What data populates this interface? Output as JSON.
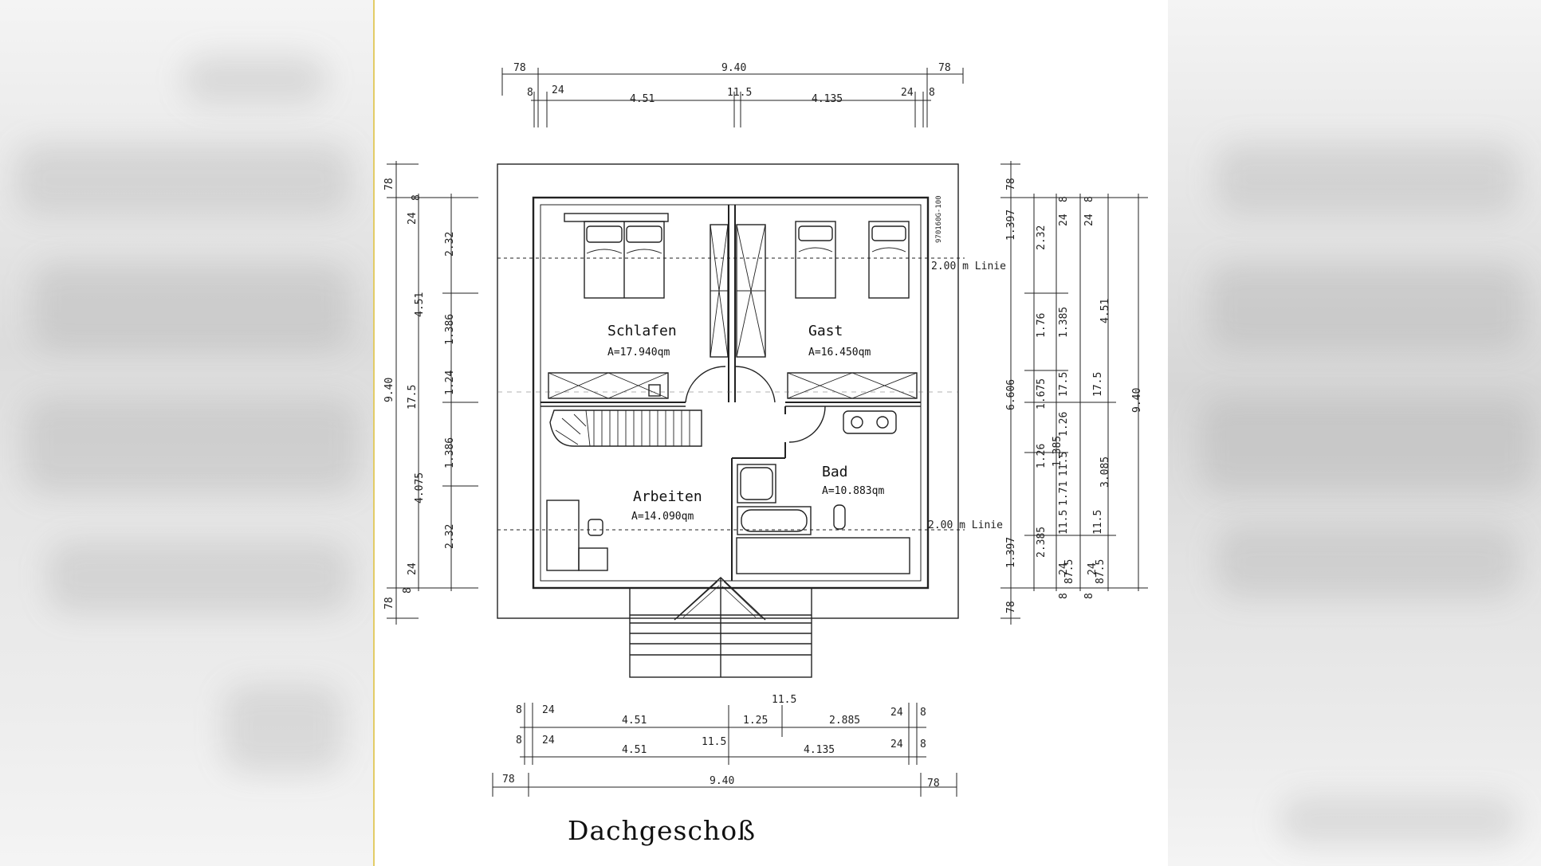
{
  "drawing": {
    "title": "Dachgeschoß",
    "stamp": "970160G-100",
    "rooms": [
      {
        "name": "Schlafen",
        "area": "A=17.940qm"
      },
      {
        "name": "Gast",
        "area": "A=16.450qm"
      },
      {
        "name": "Arbeiten",
        "area": "A=14.090qm"
      },
      {
        "name": "Bad",
        "area": "A=10.883qm"
      }
    ],
    "line_labels": [
      "2.00 m Linie",
      "2.00 m Linie"
    ],
    "dims_top": {
      "row1": [
        "78",
        "9.40",
        "78"
      ],
      "row2": [
        "8",
        "24",
        "4.51",
        "11.5",
        "4.135",
        "24",
        "8"
      ]
    },
    "dims_bottom": {
      "row1": [
        "8",
        "24",
        "4.51",
        "11.5",
        "1.25",
        "2.885",
        "24",
        "8"
      ],
      "row2": [
        "8",
        "24",
        "4.51",
        "11.5",
        "4.135",
        "24",
        "8"
      ],
      "row3": [
        "78",
        "9.40",
        "78"
      ]
    },
    "dims_left": {
      "outer": [
        "78",
        "9.40",
        "78"
      ],
      "mid": [
        "24",
        "4.51",
        "17.5",
        "4.075",
        "24"
      ],
      "inner": [
        "8",
        "2.32",
        "1.386",
        "1.24",
        "1.386",
        "2.32",
        "8"
      ]
    },
    "dims_right": {
      "a": [
        "78",
        "1.397",
        "6.606",
        "1.397",
        "78"
      ],
      "b": [
        "2.32",
        "1.76",
        "1.675",
        "1.26",
        "2.385"
      ],
      "c": [
        "24",
        "8",
        "1.385",
        "17.5",
        "1.26",
        "1.385",
        "11.5",
        "1.71",
        "11.5",
        "24",
        "87.5",
        "8"
      ],
      "d": [
        "24",
        "8",
        "4.51",
        "17.5",
        "3.085",
        "11.5",
        "24",
        "87.5",
        "8"
      ],
      "e": [
        "9.40"
      ]
    }
  }
}
